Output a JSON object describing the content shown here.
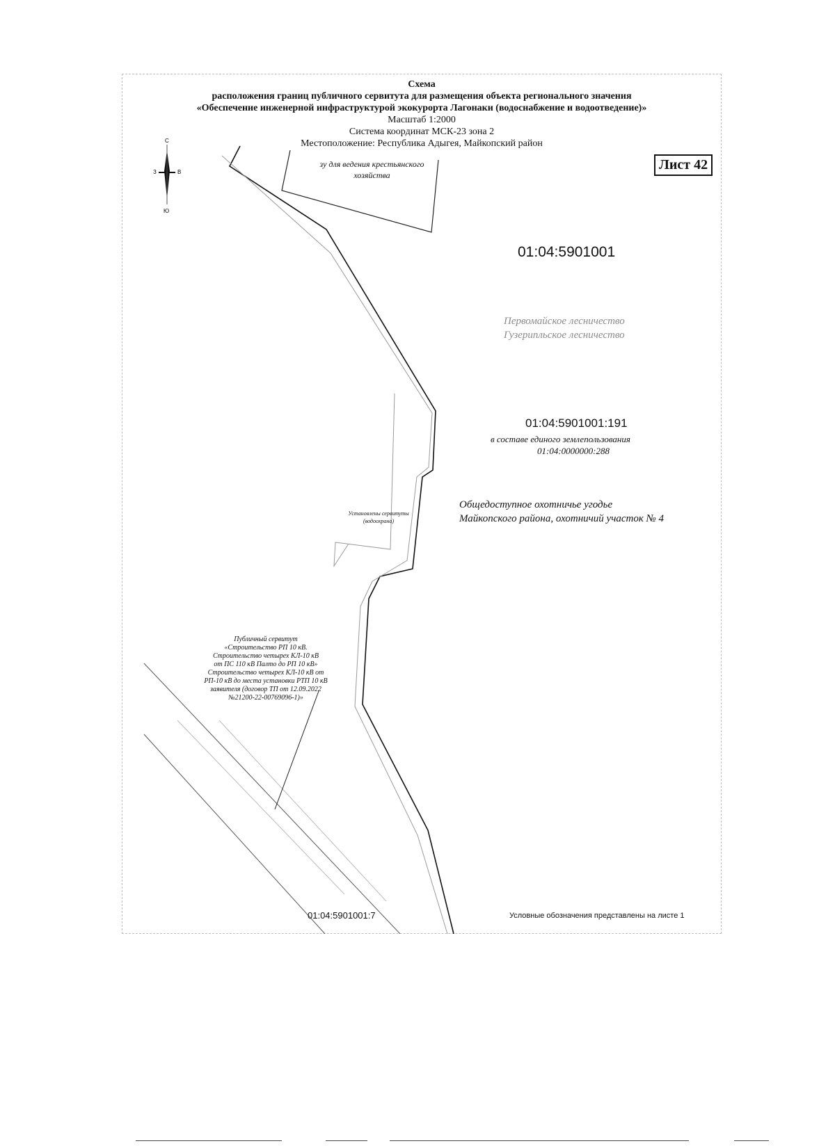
{
  "header": {
    "title": "Схема",
    "subtitle": "расположения границ публичного сервитута для размещения объекта регионального значения",
    "object": "«Обеспечение инженерной инфраструктурой экокурорта Лагонаки (водоснабжение и водоотведение)»",
    "scale": "Масштаб 1:2000",
    "coord_system": "Система координат МСК-23 зона 2",
    "location": "Местоположение: Республика Адыгея, Майкопский район"
  },
  "sheet_label": "Лист 42",
  "compass": {
    "north": "С",
    "south": "Ю",
    "west": "З",
    "east": "В"
  },
  "parcels": {
    "quarter": "01:04:5901001",
    "main_parcel": "01:04:5901001:191",
    "main_parcel_note_1": "в составе единого землепользования",
    "main_parcel_note_2": "01:04:0000000:288",
    "bottom_parcel": "01:04:5901001:7"
  },
  "area_labels": {
    "farm": "зу для ведения крестьянского хозяйства",
    "forestry_1": "Первомайское лесничество",
    "forestry_2": "Гузерипльское лесничество",
    "hunting_1": "Общедоступное охотничье угодье",
    "hunting_2": "Майкопского района, охотничий участок № 4",
    "small_area": "Установлены сервитуты (водоохрана)",
    "servitude": [
      "Публичный сервитут",
      "«Строительство РП 10 кВ.",
      "Строительство четырех КЛ-10 кВ",
      "от ПС 110 кВ Палто до РП 10 кВ»",
      "Строительство четырех КЛ-10 кВ от",
      "РП-10 кВ до места установки РТП 10 кВ",
      "заявителя (договор ТП от 12.09.2022",
      "№21200-22-00769096-1)»"
    ]
  },
  "legend_note": "Условные обозначения представлены на листе 1"
}
